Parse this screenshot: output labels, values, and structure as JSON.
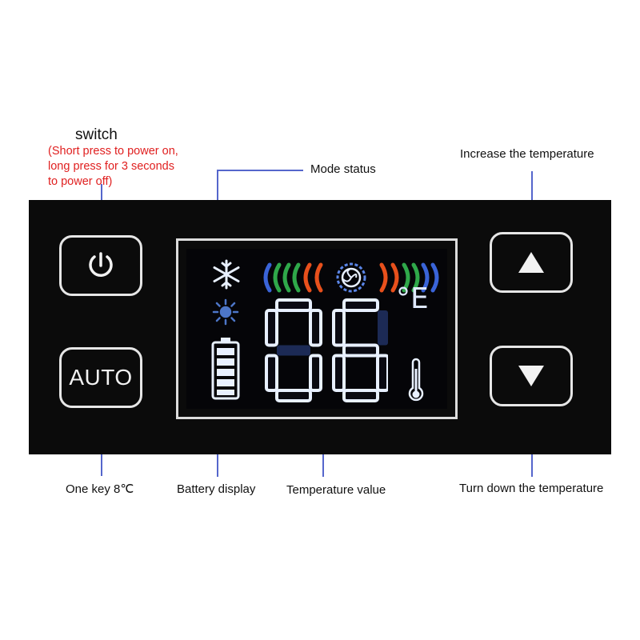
{
  "annotations": {
    "switch_title": "switch",
    "switch_note": "(Short press to power on,\nlong press for 3 seconds\nto power off)",
    "mode_status": "Mode status",
    "increase": "Increase the temperature",
    "one_key": "One key 8℃",
    "battery": "Battery display",
    "temperature_value": "Temperature value",
    "turn_down": "Turn down the temperature"
  },
  "buttons": {
    "power_icon": "power-icon",
    "auto_label": "AUTO",
    "up_icon": "triangle-up-icon",
    "down_icon": "triangle-down-icon"
  },
  "display": {
    "temperature": "06",
    "unit": "°E",
    "mode_icons": [
      "snowflake-icon",
      "sun-icon"
    ],
    "battery_level": 1.0,
    "fan_icon": "fan-icon"
  },
  "colors": {
    "panel": "#0b0b0b",
    "note_red": "#e02020",
    "leader_line": "#5566cc",
    "lcd_glow": "#dfe9ff",
    "arc_blue": "#3a64d8",
    "arc_green": "#2fa84a",
    "arc_orange": "#e8501c"
  }
}
